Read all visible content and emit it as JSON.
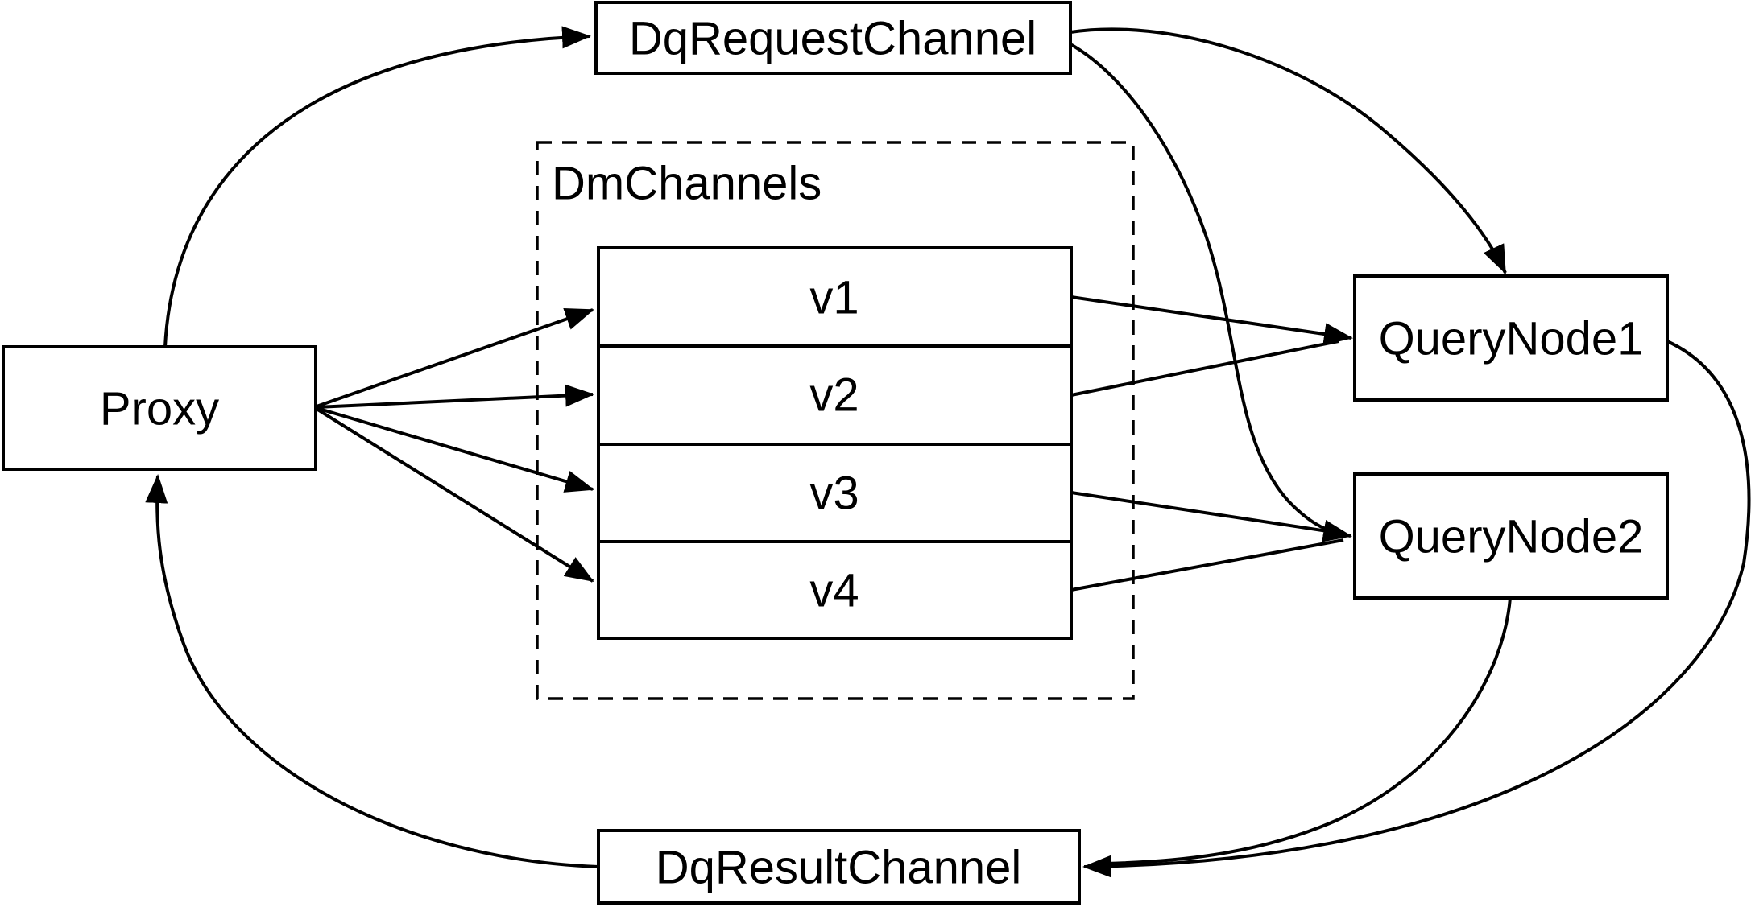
{
  "diagram": {
    "title": "Milvus query channel flow diagram",
    "colors": {
      "background": "#ffffff",
      "stroke": "#000000",
      "node_fill": "#ffffff",
      "text": "#000000"
    },
    "nodes": {
      "proxy": {
        "label": "Proxy"
      },
      "dq_request_channel": {
        "label": "DqRequestChannel"
      },
      "dm_channels_group": {
        "label": "DmChannels"
      },
      "channels": [
        {
          "label": "v1"
        },
        {
          "label": "v2"
        },
        {
          "label": "v3"
        },
        {
          "label": "v4"
        }
      ],
      "query_node_1": {
        "label": "QueryNode1"
      },
      "query_node_2": {
        "label": "QueryNode2"
      },
      "dq_result_channel": {
        "label": "DqResultChannel"
      }
    },
    "edges": [
      {
        "from": "Proxy",
        "to": "DqRequestChannel"
      },
      {
        "from": "DqRequestChannel",
        "to": "QueryNode1"
      },
      {
        "from": "DqRequestChannel",
        "to": "QueryNode2"
      },
      {
        "from": "Proxy",
        "to": "v1"
      },
      {
        "from": "Proxy",
        "to": "v2"
      },
      {
        "from": "Proxy",
        "to": "v3"
      },
      {
        "from": "Proxy",
        "to": "v4"
      },
      {
        "from": "v1",
        "to": "QueryNode1"
      },
      {
        "from": "v2",
        "to": "QueryNode1"
      },
      {
        "from": "v3",
        "to": "QueryNode2"
      },
      {
        "from": "v4",
        "to": "QueryNode2"
      },
      {
        "from": "QueryNode1",
        "to": "DqResultChannel"
      },
      {
        "from": "QueryNode2",
        "to": "DqResultChannel"
      },
      {
        "from": "DqResultChannel",
        "to": "Proxy"
      }
    ]
  }
}
